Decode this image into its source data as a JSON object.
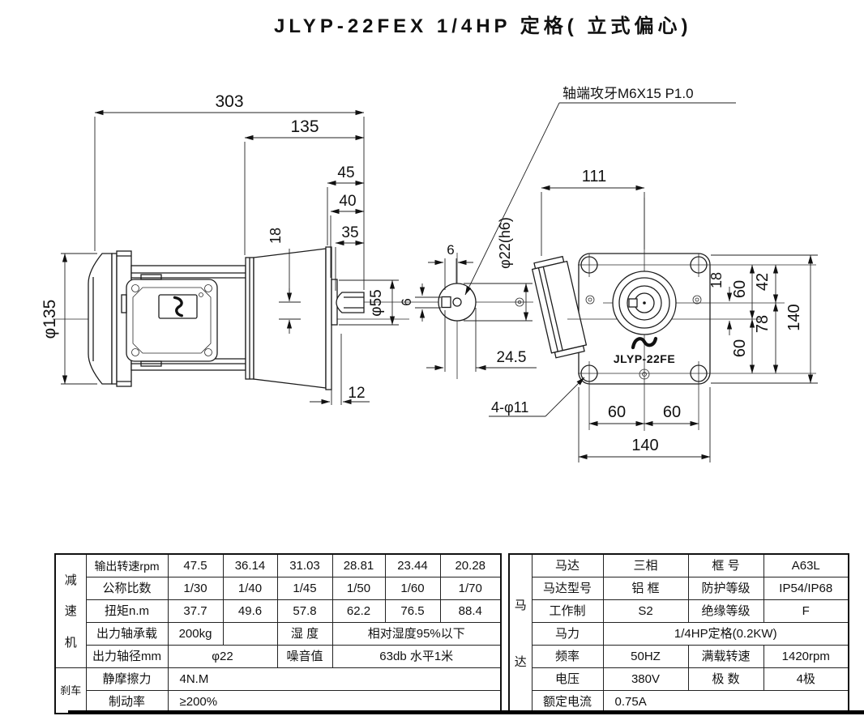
{
  "title": "JLYP-22FEX 1/4HP 定格( 立式偏心)",
  "drawing": {
    "shaft_note": "轴端攻牙M6X15 P1.0",
    "side": {
      "overall": "303",
      "gearhead": "135",
      "len45": "45",
      "len40": "40",
      "len35": "35",
      "offset18": "18",
      "frame_dia": "φ135",
      "boss_dia": "φ55",
      "boss_len": "12"
    },
    "section": {
      "key_top": "6",
      "key_side": "6",
      "flat_len": "24.5",
      "shaft_dia": "φ22(h6)"
    },
    "front": {
      "model": "JLYP-22FE",
      "box111": "111",
      "off18": "18",
      "up60": "60",
      "up42": "42",
      "dn78": "78",
      "dn60": "60",
      "h140": "140",
      "p60l": "60",
      "p60r": "60",
      "w140": "140",
      "holes": "4-φ11"
    }
  },
  "spec_left": {
    "group_reducer": [
      "减",
      "速",
      "机"
    ],
    "group_brake": "刹车",
    "rows": [
      {
        "label": "输出转速rpm",
        "values": [
          "47.5",
          "36.14",
          "31.03",
          "28.81",
          "23.44",
          "20.28"
        ]
      },
      {
        "label": "公称比数",
        "values": [
          "1/30",
          "1/40",
          "1/45",
          "1/50",
          "1/60",
          "1/70"
        ]
      },
      {
        "label": "扭矩n.m",
        "values": [
          "37.7",
          "49.6",
          "57.8",
          "62.2",
          "76.5",
          "88.4"
        ]
      },
      {
        "label": "出力轴承载",
        "v1": "200kg",
        "v2": "",
        "key": "湿 度",
        "val": "相对湿度95%以下"
      },
      {
        "label": "出力轴径mm",
        "v1": "φ22",
        "key": "噪音值",
        "val": "63db 水平1米"
      },
      {
        "label": "静摩擦力",
        "val": "4N.M"
      },
      {
        "label": "制动率",
        "val": "≥200%"
      }
    ]
  },
  "spec_right": {
    "group_motor": [
      "马",
      "达"
    ],
    "rows": [
      {
        "c1": "马达",
        "c2": "三相",
        "c3": "框 号",
        "c4": "A63L"
      },
      {
        "c1": "马达型号",
        "c2": "铝 框",
        "c3": "防护等级",
        "c4": "IP54/IP68"
      },
      {
        "c1": "工作制",
        "c2": "S2",
        "c3": "绝缘等级",
        "c4": "F"
      },
      {
        "c1": "马力",
        "c2": "1/4HP定格(0.2KW)"
      },
      {
        "c1": "频率",
        "c2": "50HZ",
        "c3": "满载转速",
        "c4": "1420rpm"
      },
      {
        "c1": "电压",
        "c2": "380V",
        "c3": "极 数",
        "c4": "4极"
      },
      {
        "c1": "额定电流",
        "c2": "0.75A"
      }
    ]
  }
}
